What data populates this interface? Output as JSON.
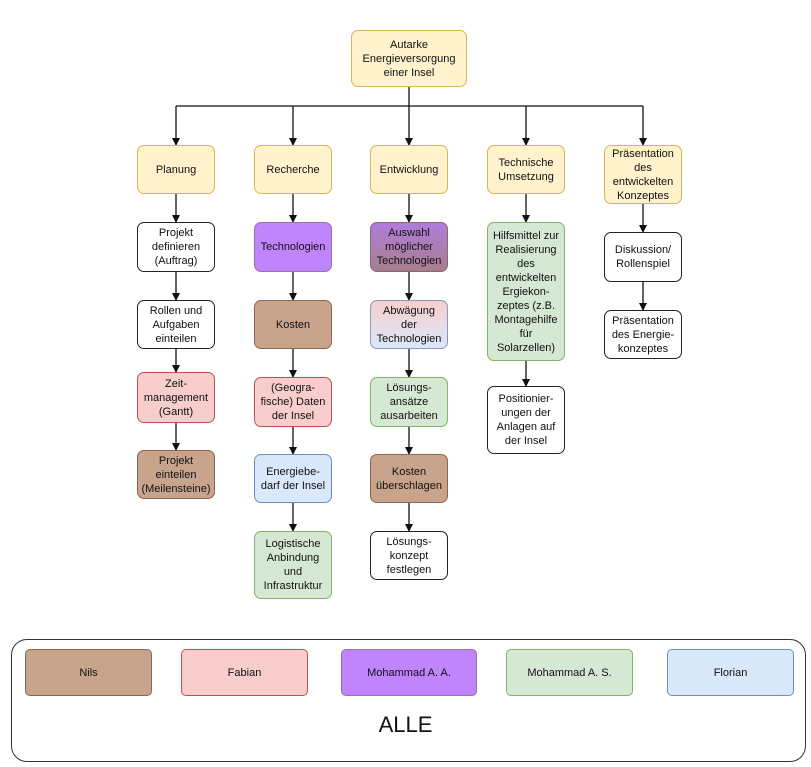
{
  "diagram": {
    "root": "Autarke\nEnergieversorgung\neiner Insel",
    "columns": [
      {
        "head": "Planung",
        "items": [
          "Projekt\ndefinieren\n(Auftrag)",
          "Rollen und\nAufgaben\neinteilen",
          "Zeit-\nmanagement\n(Gantt)",
          "Projekt\neinteilen\n(Meilensteine)"
        ]
      },
      {
        "head": "Recherche",
        "items": [
          "Technologien",
          "Kosten",
          "(Geogra-\nfische) Daten\nder Insel",
          "Energiebe-\ndarf der Insel",
          "Logistische\nAnbindung\nund\nInfrastruktur"
        ]
      },
      {
        "head": "Entwicklung",
        "items": [
          "Auswahl\nmöglicher\nTechnologien",
          "Abwägung\nder\nTechnologien",
          "Lösungs-\nansätze\nausarbeiten",
          "Kosten\nüberschlagen",
          "Lösungs-\nkonzept\nfestlegen"
        ]
      },
      {
        "head": "Technische\nUmsetzung",
        "items": [
          "Hilfsmittel zur\nRealisierung\ndes\nentwickelten\nErgiekon-\nzeptes (z.B.\nMontagehilfe\nfür\nSolarzellen)",
          "Positionier-\nungen der\nAnlagen auf\nder Insel"
        ]
      },
      {
        "head": "Präsentation\ndes\nentwickelten\nKonzeptes",
        "items": [
          "Diskussion/\nRollenspiel",
          "Präsentation\ndes Energie-\nkonzeptes"
        ]
      }
    ]
  },
  "legend": {
    "title": "ALLE",
    "members": [
      "Nils",
      "Fabian",
      "Mohammad A. A.",
      "Mohammad A. S.",
      "Florian"
    ]
  }
}
